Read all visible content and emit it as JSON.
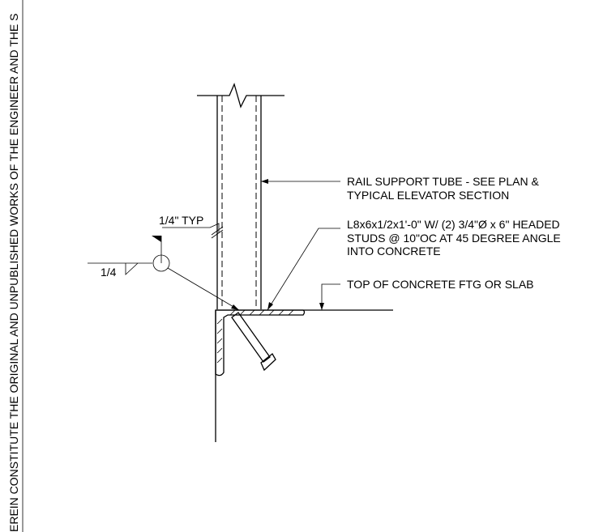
{
  "side_note": "EREIN CONSTITUTE THE ORIGINAL AND UNPUBLISHED WORKS OF THE ENGINEER AND THE S",
  "notes": {
    "rail_support": [
      "RAIL SUPPORT TUBE - SEE PLAN &",
      "TYPICAL ELEVATOR SECTION"
    ],
    "angle": [
      "L8x6x1/2x1'-0\" W/ (2) 3/4\"Ø x 6\" HEADED",
      "STUDS @ 10\"OC AT 45 DEGREE ANGLE",
      "INTO CONCRETE"
    ],
    "concrete_top": "TOP OF CONCRETE FTG OR SLAB",
    "weld_typ": "1/4\" TYP",
    "weld_size": "1/4"
  }
}
